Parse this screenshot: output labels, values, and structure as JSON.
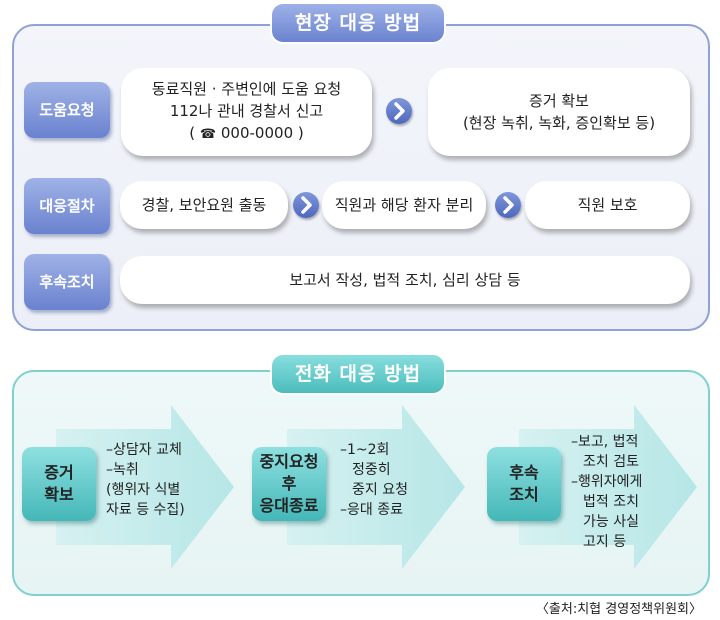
{
  "onsite": {
    "title": "현장 대응 방법",
    "rows": [
      {
        "label": "도움요청"
      },
      {
        "label": "대응절차"
      },
      {
        "label": "후속조치"
      }
    ],
    "help_box": {
      "line1": "동료직원 · 주변인에 도움 요청",
      "line2": "112나 관내 경찰서 신고",
      "phone_icon": "☎",
      "line3": "000-0000 )",
      "line3_prefix": "("
    },
    "evidence_box": {
      "line1": "증거 확보",
      "line2": "(현장 녹취, 녹화, 증인확보 등)"
    },
    "procedure": [
      "경찰, 보안요원 출동",
      "직원과 해당 환자 분리",
      "직원 보호"
    ],
    "followup": "보고서 작성, 법적 조치, 심리 상담 등",
    "colors": {
      "accent": "#6b83cf",
      "border": "#8fa1d6"
    }
  },
  "phone": {
    "title": "전화 대응 방법",
    "steps": [
      {
        "label": [
          "증거",
          "확보"
        ],
        "lines": [
          "–상담자 교체",
          "–녹취",
          "(행위자 식별",
          "자료 등 수집)"
        ]
      },
      {
        "label": [
          "중지요청",
          "후",
          "응대종료"
        ],
        "lines": [
          "–1~2회",
          "정중히",
          "중지 요청",
          "–응대 종료"
        ]
      },
      {
        "label": [
          "후속",
          "조치"
        ],
        "lines": [
          "–보고, 법적",
          "조치 검토",
          "–행위자에게",
          "법적 조치",
          "가능 사실",
          "고지 등"
        ]
      }
    ],
    "colors": {
      "accent": "#4cbcbc",
      "border": "#7fd0cf",
      "arrow": "#c4ecec"
    }
  },
  "source": "〈출처:치협 경영정책위원회〉"
}
